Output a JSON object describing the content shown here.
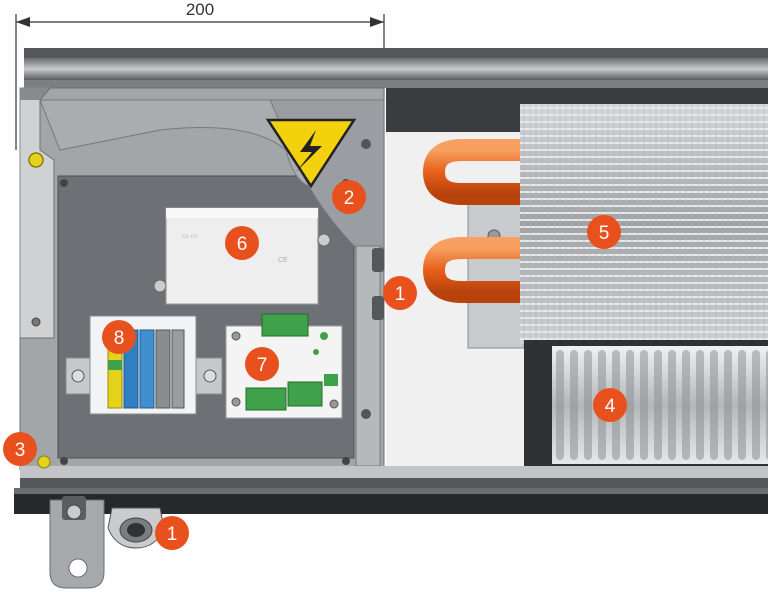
{
  "dimension": {
    "label": "200"
  },
  "warning_symbol": "high-voltage-warning-icon",
  "callouts": [
    {
      "id": "c1a",
      "label": "1"
    },
    {
      "id": "c1b",
      "label": "1"
    },
    {
      "id": "c2",
      "label": "2"
    },
    {
      "id": "c3",
      "label": "3"
    },
    {
      "id": "c4",
      "label": "4"
    },
    {
      "id": "c5",
      "label": "5"
    },
    {
      "id": "c6",
      "label": "6"
    },
    {
      "id": "c7",
      "label": "7"
    },
    {
      "id": "c8",
      "label": "8"
    }
  ],
  "colors": {
    "callout": "#e8501e",
    "pipe": "#ee6a1f",
    "panel": "#9a9ea1",
    "frame": "#3c3f42",
    "terminal_blue": "#2f7fc1",
    "terminal_yellow": "#e4d21b",
    "terminal_green": "#3fa14a"
  }
}
